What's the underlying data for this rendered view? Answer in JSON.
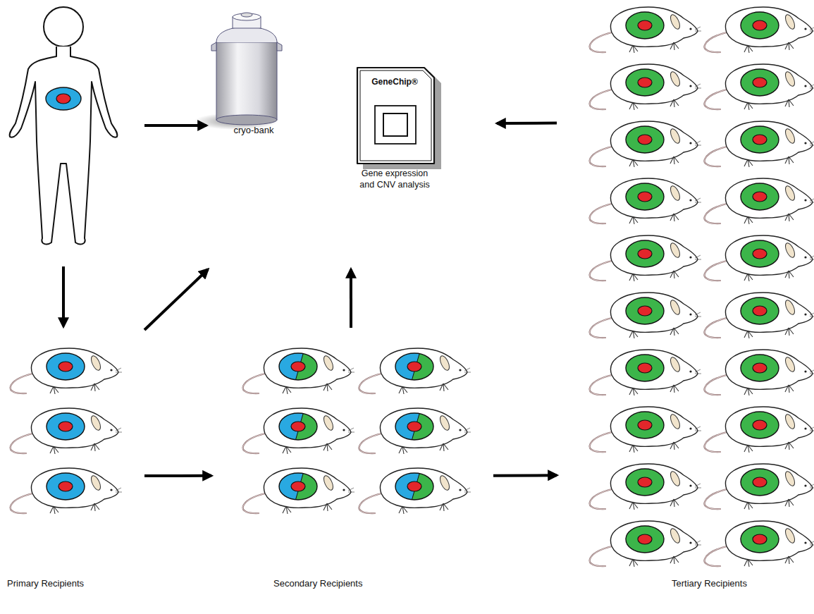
{
  "diagram": {
    "nodes": [
      {
        "text": [
          "cryo-bank"
        ]
      },
      {
        "text": [
          "GeneChip®",
          "Gene expression and CNV analysis"
        ]
      },
      {
        "text": [
          "Primary Recipients"
        ]
      },
      {
        "text": [
          "Secondary Recipients"
        ]
      },
      {
        "text": [
          "Tertiary Recipients"
        ]
      }
    ],
    "edges": [
      {
        "from": 2,
        "to": 0,
        "arrow": "to"
      },
      {
        "from": 2,
        "to": 3,
        "arrow": "to"
      },
      {
        "from": 3,
        "to": 1,
        "arrow": "to"
      },
      {
        "from": 3,
        "to": 4,
        "arrow": "to"
      },
      {
        "from": 4,
        "to": 1,
        "arrow": "to"
      }
    ]
  }
}
